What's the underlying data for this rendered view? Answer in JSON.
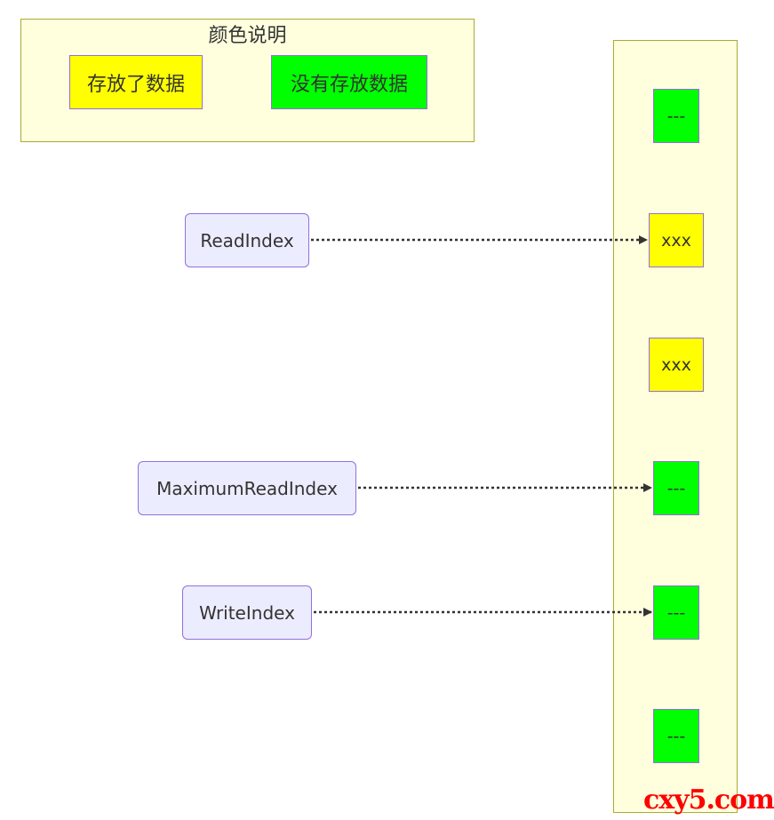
{
  "legend": {
    "title": "颜色说明",
    "filled_label": "存放了数据",
    "empty_label": "没有存放数据",
    "filled_color": "#ffff00",
    "empty_color": "#00ff00"
  },
  "cells": [
    {
      "label": "---",
      "state": "empty",
      "color": "#00ff00"
    },
    {
      "label": "xxx",
      "state": "filled",
      "color": "#ffff00"
    },
    {
      "label": "xxx",
      "state": "filled",
      "color": "#ffff00"
    },
    {
      "label": "---",
      "state": "empty",
      "color": "#00ff00"
    },
    {
      "label": "---",
      "state": "empty",
      "color": "#00ff00"
    },
    {
      "label": "---",
      "state": "empty",
      "color": "#00ff00"
    }
  ],
  "pointers": [
    {
      "label": "ReadIndex",
      "target_cell": 1
    },
    {
      "label": "MaximumReadIndex",
      "target_cell": 3
    },
    {
      "label": "WriteIndex",
      "target_cell": 4
    }
  ],
  "watermark": {
    "text": "cxy5.com",
    "color": "#ff0000"
  }
}
